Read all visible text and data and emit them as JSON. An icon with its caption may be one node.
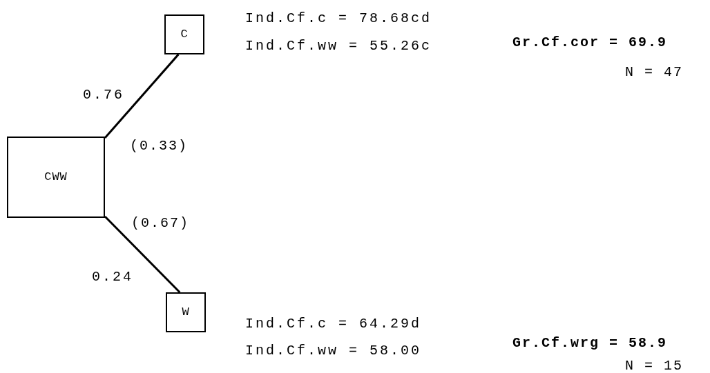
{
  "diagram": {
    "nodes": [
      {
        "text": [
          "CWW"
        ]
      },
      {
        "text": [
          "C"
        ],
        "beside": [
          "Ind.Cf.c = 78.68cd",
          "Ind.Cf.ww = 55.26c"
        ]
      },
      {
        "text": [
          "W"
        ],
        "beside": [
          "Ind.Cf.c = 64.29d",
          "Ind.Cf.ww = 58.00"
        ]
      }
    ],
    "edges": [
      {
        "from": 0,
        "to": 1,
        "arrow": "none",
        "label": "0.76"
      },
      {
        "from": 0,
        "to": 2,
        "arrow": "none",
        "label": "0.24"
      }
    ],
    "labels": [
      "(0.33)",
      "(0.67)",
      "**Gr.Cf.cor = 69.9**",
      "N = 47",
      "**Gr.Cf.wrg = 58.9**",
      "N = 15"
    ]
  }
}
